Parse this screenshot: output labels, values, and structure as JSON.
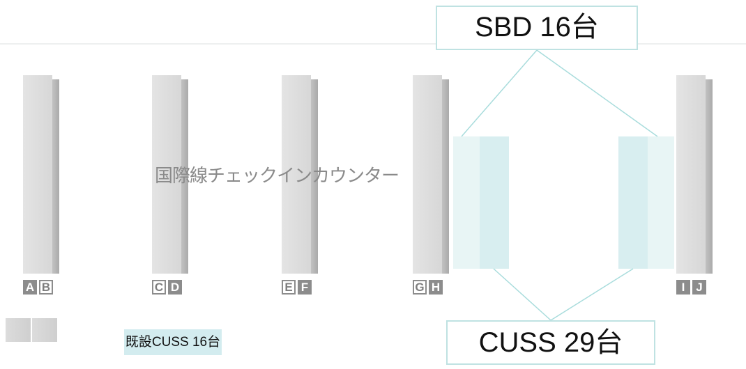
{
  "sbd": {
    "label": "SBD 16台"
  },
  "cuss": {
    "label": "CUSS 29台"
  },
  "existing_cuss": {
    "label": "既設CUSS 16台"
  },
  "counter_area": {
    "label": "国際線チェックインカウンター"
  },
  "islands": [
    {
      "letters": [
        "A",
        "B"
      ]
    },
    {
      "letters": [
        "C",
        "D"
      ]
    },
    {
      "letters": [
        "E",
        "F"
      ]
    },
    {
      "letters": [
        "G",
        "H"
      ]
    },
    {
      "letters": [
        "I",
        "J"
      ]
    }
  ],
  "colors": {
    "accent_line": "#a8dcdc",
    "box_border": "#bfe2e2",
    "panel_light": "#e8f5f5",
    "panel_mid": "#d8eef0",
    "legend_fill": "#d3ecef",
    "letter_fill": "#8c8c8c"
  }
}
